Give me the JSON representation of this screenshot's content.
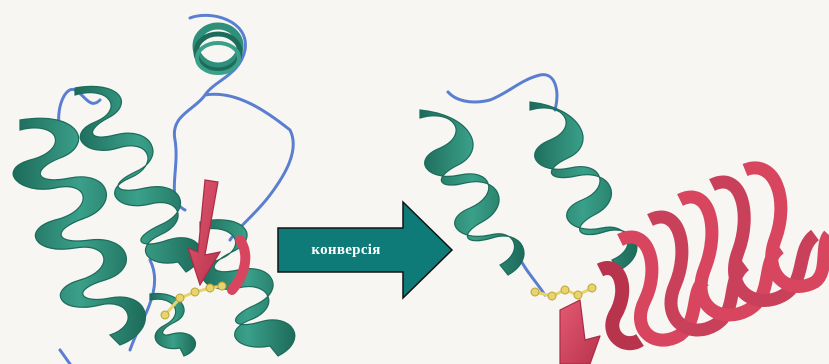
{
  "arrow": {
    "label": "конверсія",
    "fill_color": "#0f7b78",
    "stroke_color": "#111111"
  },
  "palette": {
    "helix": "#2e8f7a",
    "helix_dark": "#1d6b5a",
    "coil": "#5b7fd0",
    "sheet": "#d8455f",
    "sheet_dark": "#a82c44",
    "disulfide": "#e8d46a",
    "background": "#f7f6f3"
  },
  "panels": [
    {
      "name": "native-protein-structure",
      "elements": [
        "alpha-helix",
        "alpha-helix",
        "alpha-helix",
        "random-coil",
        "beta-strand",
        "disulfide-bond"
      ]
    },
    {
      "name": "converted-protein-structure",
      "elements": [
        "alpha-helix",
        "alpha-helix",
        "random-coil",
        "beta-sheet-stack",
        "disulfide-bond"
      ]
    }
  ]
}
